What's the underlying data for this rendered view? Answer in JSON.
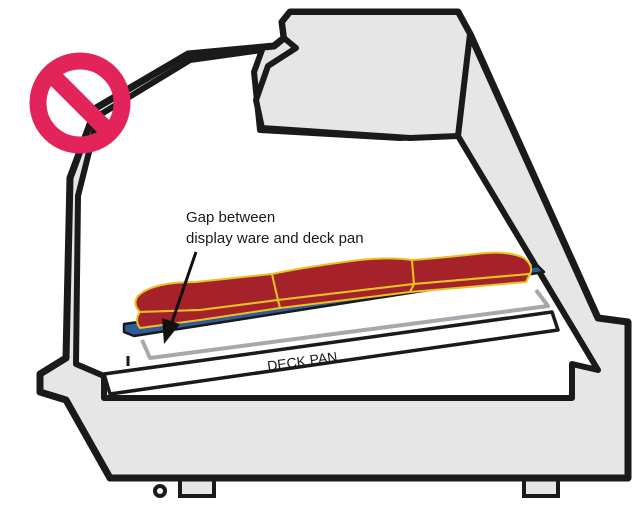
{
  "annotation": {
    "line1": "Gap between",
    "line2": "display ware and deck pan"
  },
  "deck_pan_label": "DECK PAN",
  "prohibition_icon": "no-symbol-icon",
  "colors": {
    "case_fill": "#e6e6e7",
    "outline": "#1a1a1a",
    "prohibition": "#e2245a",
    "meat": "#a5222a",
    "meat_outline": "#e8c224",
    "tray": "#2f5c9a",
    "deck_pan": "#a7a8aa"
  }
}
